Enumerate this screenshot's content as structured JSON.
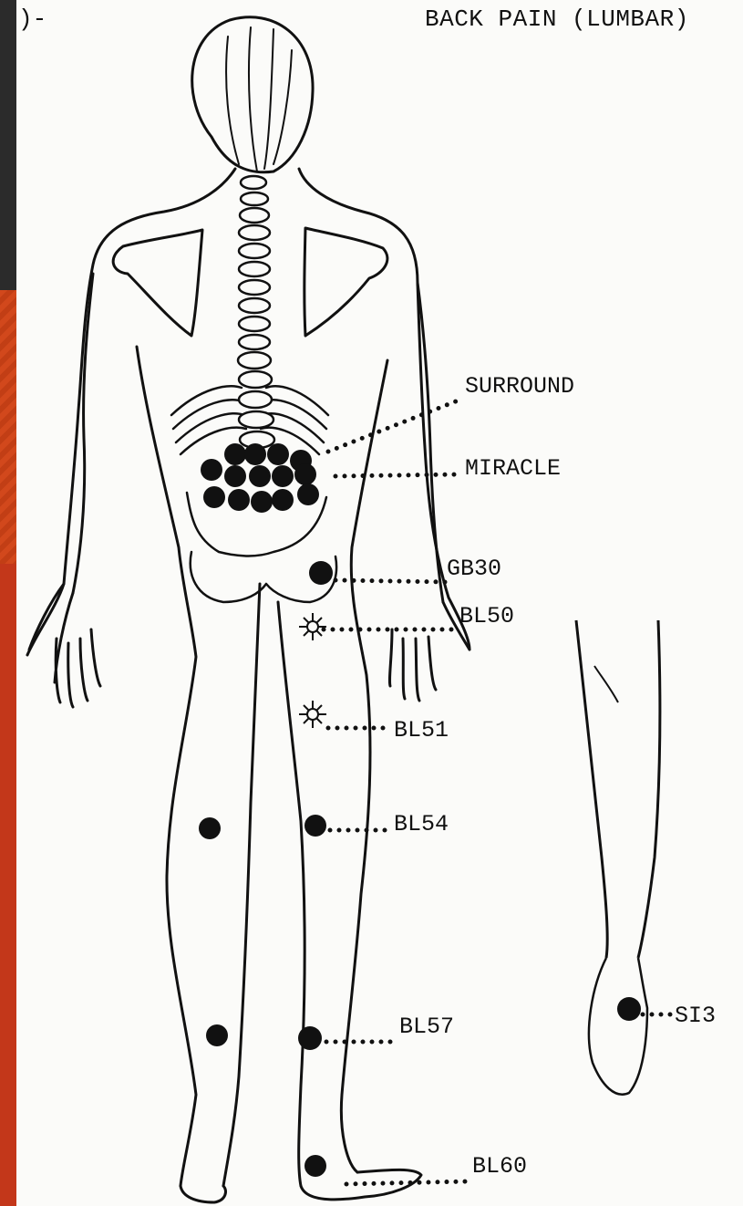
{
  "page_mark": ")-",
  "title": "BACK PAIN (LUMBAR)",
  "labels": {
    "surround": "SURROUND",
    "miracle": "MIRACLE",
    "gb30": "GB30",
    "bl50": "BL50",
    "bl51": "BL51",
    "bl54": "BL54",
    "bl57": "BL57",
    "bl60": "BL60",
    "si3": "SI3"
  },
  "colors": {
    "ink": "#111111",
    "paper": "#fbfbf9",
    "frame_red": "#c3371a",
    "frame_dark": "#2b2b2b"
  }
}
